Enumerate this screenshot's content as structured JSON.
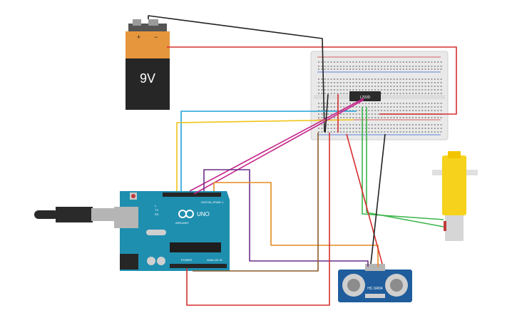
{
  "battery": {
    "voltage_label": "9V",
    "plus_label": "+",
    "minus_label": "−"
  },
  "motor_driver": {
    "label": "L293D"
  },
  "arduino": {
    "brand_label": "ARDUINO",
    "model_label": "UNO",
    "digital_label": "DIGITAL (PWM~)",
    "power_label": "POWER",
    "analog_label": "ANALOG IN",
    "tx_label": "TX",
    "rx_label": "RX",
    "l_label": "L"
  },
  "sensor": {
    "label": "HC-SR04"
  },
  "colors": {
    "wire_red": "#d62f2f",
    "wire_black": "#222222",
    "wire_blue": "#1fa2d8",
    "wire_yellow": "#f0c419",
    "wire_green": "#3bb54a",
    "wire_magenta": "#c4248a",
    "wire_purple": "#6b2d86",
    "wire_orange": "#e38a1e",
    "wire_brown": "#8a5a2b",
    "arduino_board": "#1f8fb0",
    "motor_body": "#f7d21c",
    "battery_top": "#e6963c",
    "battery_body": "#262626"
  }
}
